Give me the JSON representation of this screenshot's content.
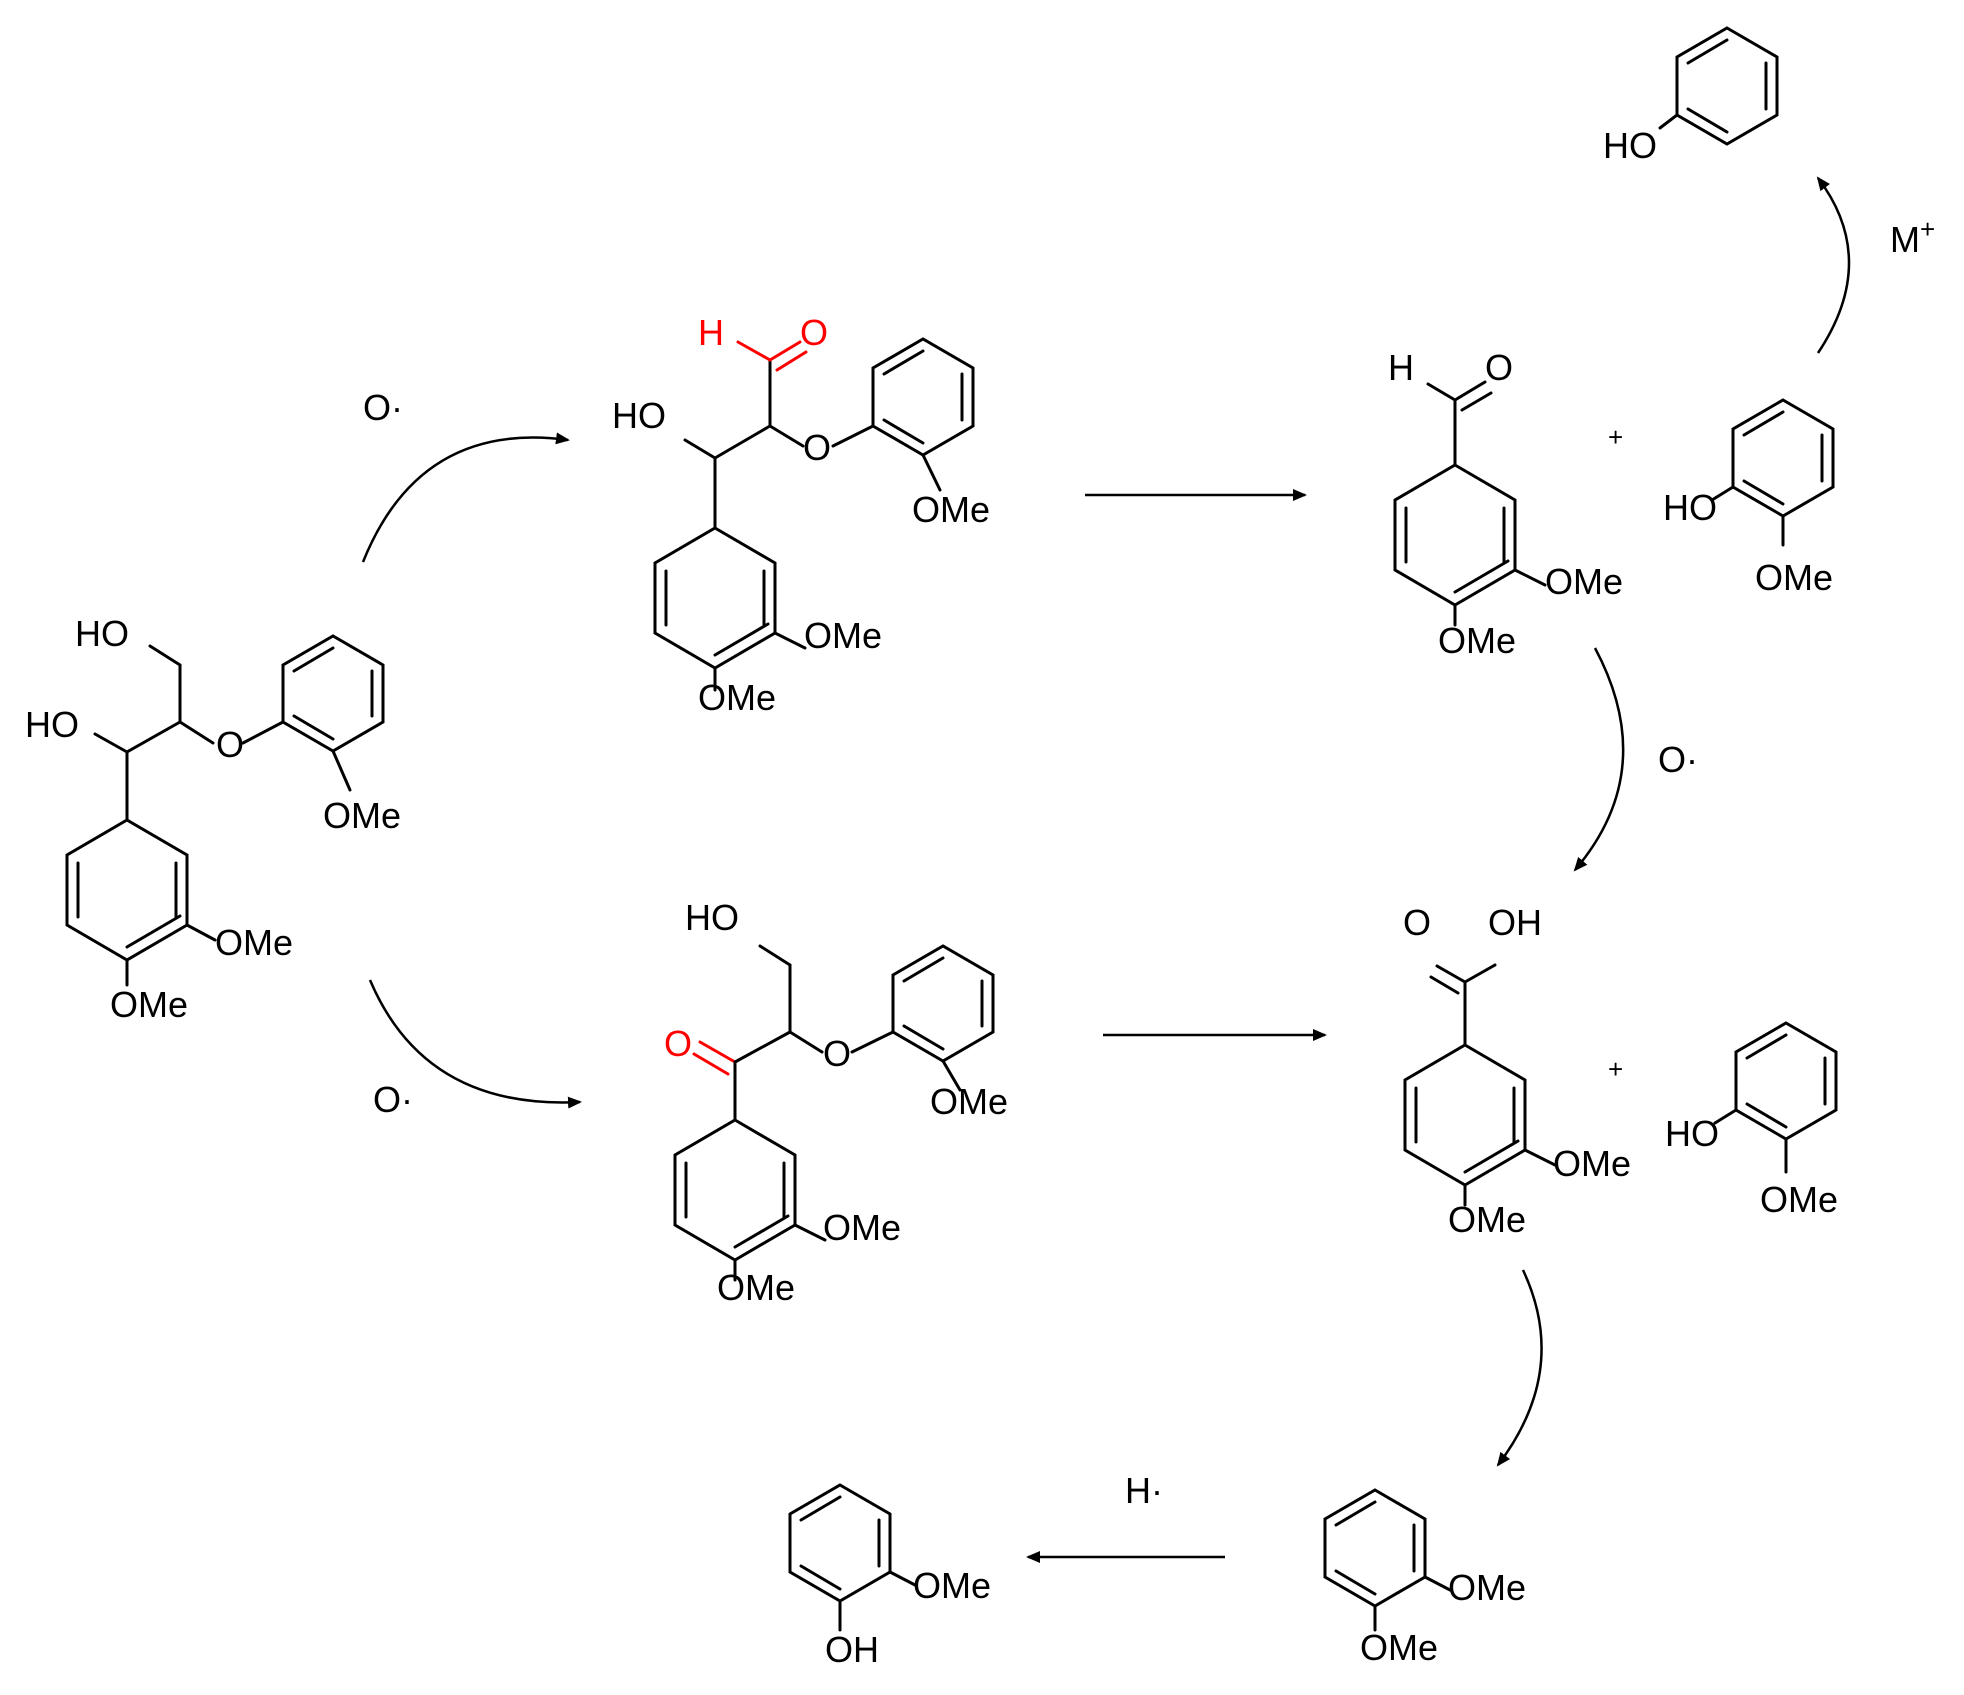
{
  "reagents": {
    "o_radical_1": "O·",
    "o_radical_2": "O·",
    "o_radical_3": "O·",
    "h_radical": "H·",
    "metal_cation": "M",
    "metal_charge": "+",
    "plus_1": "+",
    "plus_2": "+"
  },
  "atoms": {
    "OMe": "OMe",
    "OH": "OH",
    "HO": "HO",
    "O": "O",
    "H": "H"
  },
  "colors": {
    "highlight": "#ff0000",
    "default": "#000000"
  }
}
